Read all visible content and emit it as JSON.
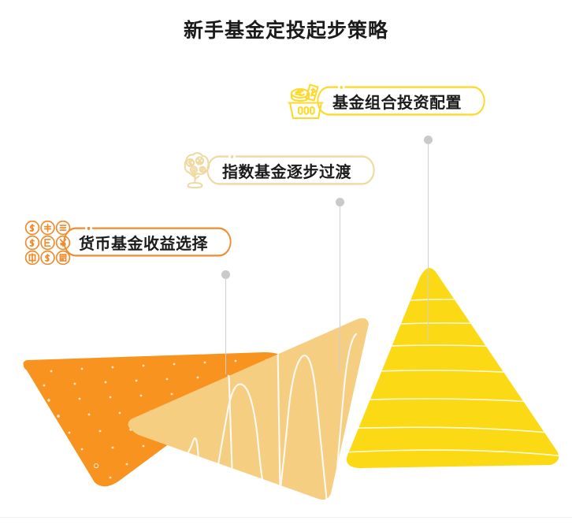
{
  "page": {
    "title": "新手基金定投起步策略",
    "background_color": "#ffffff"
  },
  "palette": {
    "orange": "#F7931E",
    "orange_light": "#F7A63B",
    "sand": "#F5CE81",
    "yellow": "#FBD914",
    "yellow_pill": "#FCD92B",
    "orange_pill": "#F08C2E",
    "sand_pill": "#EFD9A0",
    "stem_gray": "#CFCFCF",
    "text_dark": "#1B1B1B"
  },
  "steps": [
    {
      "id": "step-3",
      "label": "基金组合投资配置",
      "icon": "shopping-basket-money-icon",
      "accent": "#FCD92B",
      "stem": {
        "dot_x": 543,
        "dot_y": 177,
        "line_bottom": 430
      }
    },
    {
      "id": "step-2",
      "label": "指数基金逐步过渡",
      "icon": "money-tree-icon",
      "accent": "#EFD9A0",
      "stem": {
        "dot_x": 431,
        "dot_y": 256,
        "line_bottom": 470
      }
    },
    {
      "id": "step-1",
      "label": "货币基金收益选择",
      "icon": "coin-grid-icon",
      "accent": "#F08C2E",
      "stem": {
        "dot_x": 286,
        "dot_y": 348,
        "line_bottom": 470
      }
    }
  ],
  "chart_data": {
    "type": "area",
    "title": "新手基金定投起步策略",
    "xlabel": "",
    "ylabel": "",
    "categories": [
      "货币基金收益选择",
      "指数基金逐步过渡",
      "基金组合投资配置"
    ],
    "values": [
      1,
      2,
      3
    ],
    "series": [
      {
        "name": "货币基金收益选择",
        "values": [
          1
        ],
        "color": "#F7931E",
        "shape": "tilted-cone",
        "texture": "dots"
      },
      {
        "name": "指数基金逐步过渡",
        "values": [
          2
        ],
        "color": "#F5CE81",
        "shape": "tilted-cone",
        "texture": "wave-lines"
      },
      {
        "name": "基金组合投资配置",
        "values": [
          3
        ],
        "color": "#FBD914",
        "shape": "cone",
        "texture": "horizontal-stripes"
      }
    ],
    "legend_position": "none",
    "grid": false
  },
  "icons": {
    "basket": "shopping-basket-money-icon",
    "tree": "money-tree-icon",
    "coins": "coin-grid-icon"
  }
}
